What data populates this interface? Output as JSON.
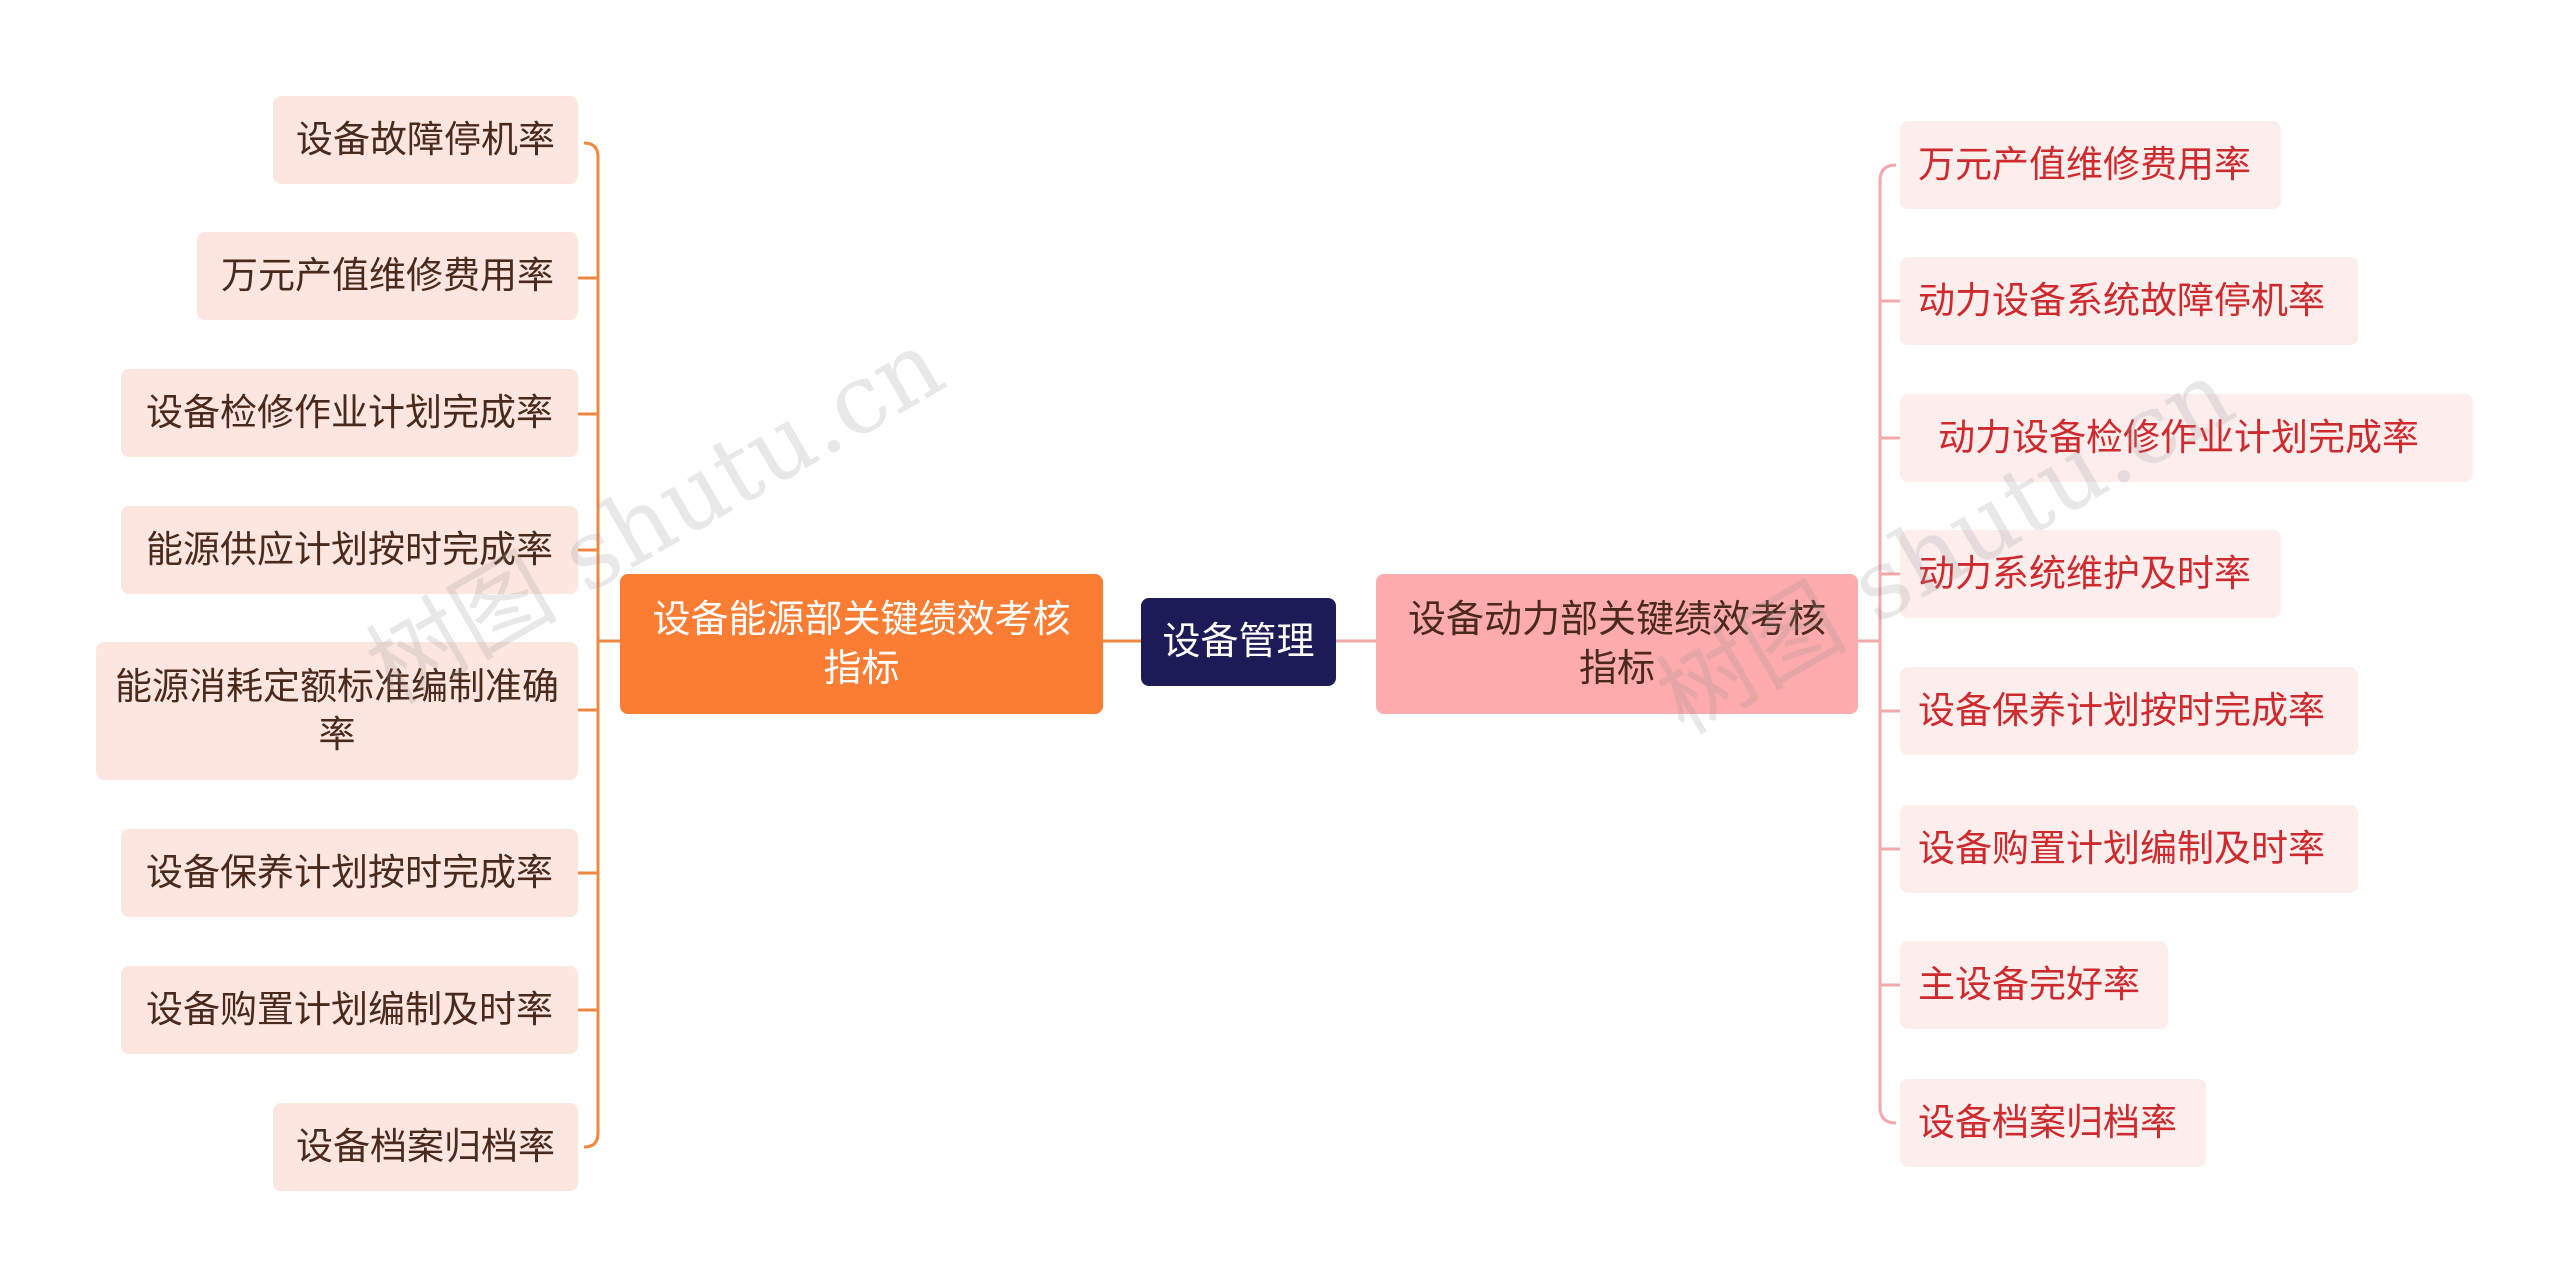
{
  "root": {
    "label": "设备管理"
  },
  "left_branch": {
    "label": "设备能源部关键绩效考核指标",
    "leaves": [
      "设备故障停机率",
      "万元产值维修费用率",
      "设备检修作业计划完成率",
      "能源供应计划按时完成率",
      "能源消耗定额标准编制准确率",
      "设备保养计划按时完成率",
      "设备购置计划编制及时率",
      "设备档案归档率"
    ]
  },
  "right_branch": {
    "label": "设备动力部关键绩效考核指标",
    "leaves": [
      "万元产值维修费用率",
      "动力设备系统故障停机率",
      "动力设备检修作业计划完成率",
      "动力系统维护及时率",
      "设备保养计划按时完成率",
      "设备购置计划编制及时率",
      "主设备完好率",
      "设备档案归档率"
    ]
  },
  "watermark": "树图 shutu.cn",
  "colors": {
    "root_bg": "#1c1a57",
    "left_main_bg": "#fb7d33",
    "right_main_bg": "#fdabac",
    "left_leaf_bg": "#fde6df",
    "right_leaf_bg": "#fdeeee",
    "left_line": "#f0883f",
    "right_line": "#f3a8aa",
    "right_leaf_text": "#cf2a2d"
  }
}
